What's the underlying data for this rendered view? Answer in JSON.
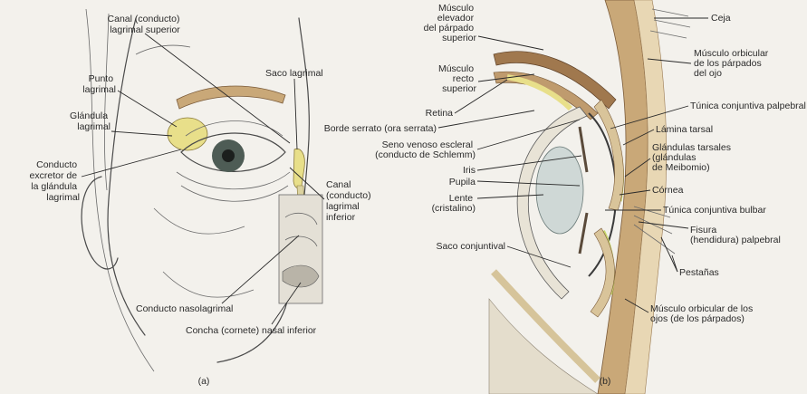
{
  "panel_a": {
    "caption": "(a)",
    "labels": {
      "canal_superior": [
        "Canal (conducto)",
        "lagrimal superior"
      ],
      "punto": [
        "Punto",
        "lagrimal"
      ],
      "glandula": [
        "Glándula",
        "lagrimal"
      ],
      "conducto_excretor": [
        "Conducto",
        "excretor de",
        "la glándula",
        "lagrimal"
      ],
      "saco": [
        "Saco lagrimal"
      ],
      "canal_inferior": [
        "Canal",
        "(conducto)",
        "lagrimal",
        "inferior"
      ],
      "nasolagrimal": [
        "Conducto nasolagrimal"
      ],
      "concha": [
        "Concha (cornete) nasal inferior"
      ]
    }
  },
  "panel_b": {
    "caption": "(b)",
    "labels": {
      "elevador": [
        "Músculo",
        "elevador",
        "del párpado",
        "superior"
      ],
      "recto": [
        "Músculo",
        "recto",
        "superior"
      ],
      "retina": [
        "Retina"
      ],
      "borde": [
        "Borde serrato (ora serrata)"
      ],
      "seno": [
        "Seno venoso escleral",
        "(conducto de Schlemm)"
      ],
      "iris": [
        "Iris"
      ],
      "pupila": [
        "Pupila"
      ],
      "lente": [
        "Lente",
        "(cristalino)"
      ],
      "saco_conj": [
        "Saco conjuntival"
      ],
      "ceja": [
        "Ceja"
      ],
      "orbicular_sup": [
        "Músculo orbicular",
        "de los párpados",
        "del ojo"
      ],
      "tunica_palp": [
        "Túnica conjuntiva palpebral"
      ],
      "lamina": [
        "Lámina tarsal"
      ],
      "glandulas": [
        "Glándulas tarsales",
        "(glándulas",
        "de Meibomio)"
      ],
      "cornea": [
        "Córnea"
      ],
      "tunica_bulb": [
        "Túnica conjuntiva bulbar"
      ],
      "fisura": [
        "Fisura",
        "(hendidura) palpebral"
      ],
      "pestanas": [
        "Pestañas"
      ],
      "orbicular_inf": [
        "Músculo orbicular de los",
        "ojos (de los párpados)"
      ]
    }
  },
  "colors": {
    "paper": "#f3f1ec",
    "ink": "#2a2a2a",
    "gland_yellow": "#e8df8a",
    "eyelid_tan": "#c9a878",
    "muscle_brown": "#a0784e",
    "lens_blue": "#cfd8d6",
    "conjunctiva_green": "#c8d86a"
  }
}
